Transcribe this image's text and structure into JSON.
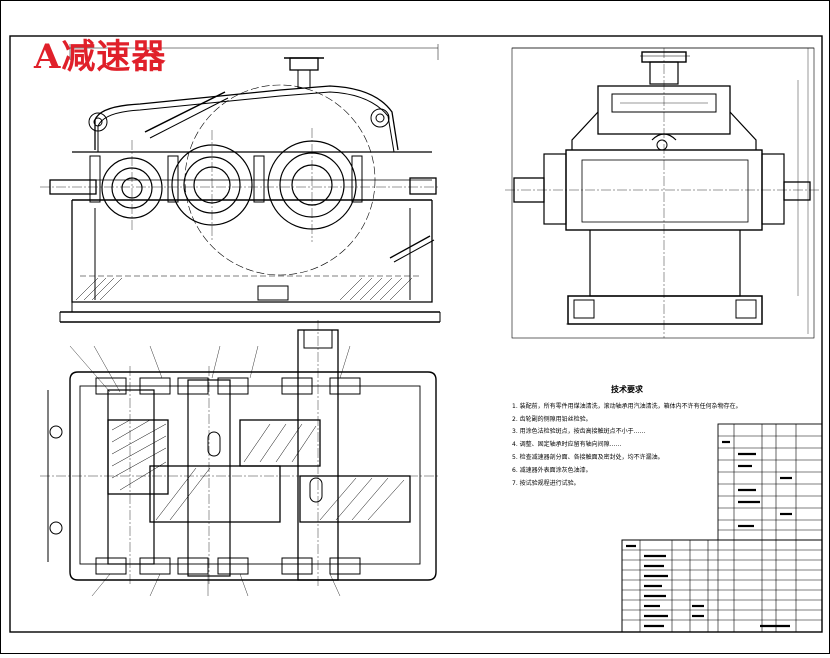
{
  "title": "A减速器",
  "notes": {
    "heading": "技术要求",
    "lines": [
      "1. 装配前，所有零件用煤油清洗，滚动轴承用汽油清洗，箱体内不许有任何杂物存在。",
      "2. 齿轮副的侧隙用铅丝检验。",
      "3. 用涂色法检验斑点，按齿高接触斑点不小于……",
      "4. 调整、固定轴承时应留有轴向间隙……",
      "5. 检查减速器剖分面、各接触面及密封处，均不许漏油。",
      "6. 减速器外表面涂灰色油漆。",
      "7. 按试验规程进行试验。"
    ]
  }
}
